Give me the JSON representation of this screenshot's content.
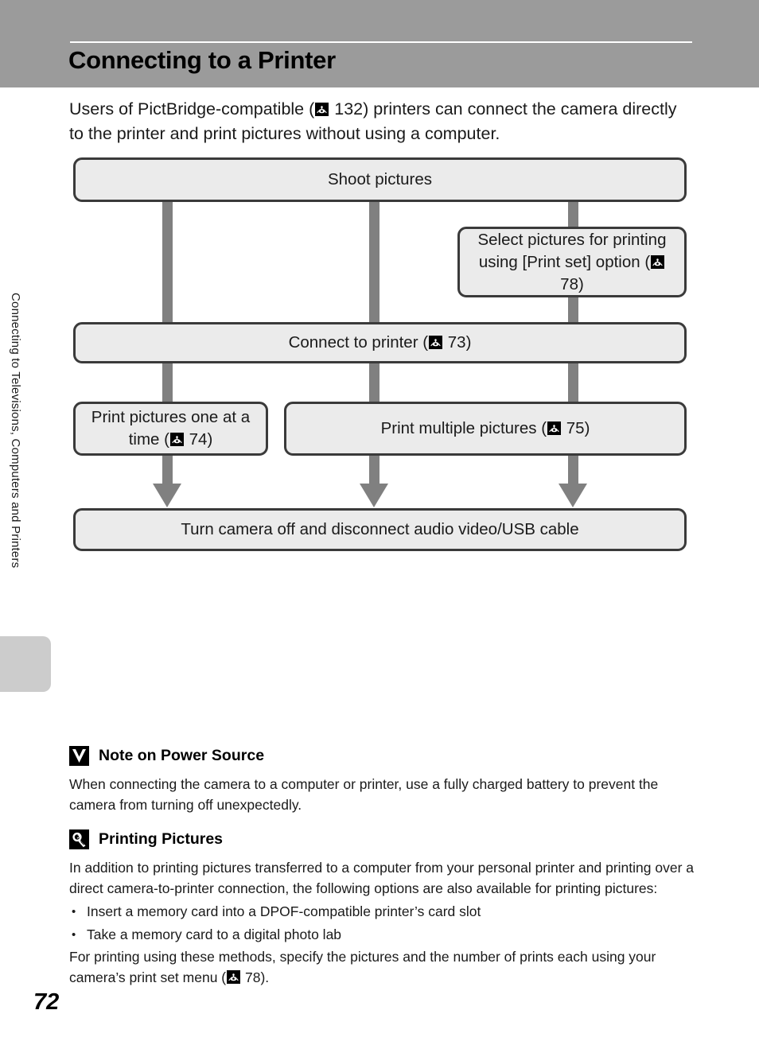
{
  "header": {
    "title": "Connecting to a Printer"
  },
  "sidebar": {
    "chapter_label": "Connecting to Televisions, Computers and Printers"
  },
  "intro": {
    "part1": "Users of PictBridge-compatible (",
    "ref1": "132",
    "part2": ") printers can connect the camera directly to the printer and print pictures without using a computer."
  },
  "flowchart": {
    "type": "flowchart",
    "nodes": [
      {
        "id": "shoot",
        "text": "Shoot pictures"
      },
      {
        "id": "print-set",
        "line1": "Select pictures for printing",
        "line2_a": "using [Print set] option (",
        "ref": "78",
        "line2_b": ")"
      },
      {
        "id": "connect",
        "text_a": "Connect to printer (",
        "ref": "73",
        "text_b": ")"
      },
      {
        "id": "one-at-time",
        "line1": "Print pictures one at a",
        "line2_a": "time (",
        "ref": "74",
        "line2_b": ")"
      },
      {
        "id": "multiple",
        "text_a": "Print multiple pictures (",
        "ref": "75",
        "text_b": ")"
      },
      {
        "id": "turn-off",
        "text": "Turn camera off and disconnect audio video/USB cable"
      }
    ]
  },
  "notes": [
    {
      "icon": "caution-icon",
      "title": "Note on Power Source",
      "body": "When connecting the camera to a computer or printer, use a fully charged battery to prevent the camera from turning off unexpectedly."
    },
    {
      "icon": "tip-magnifier-icon",
      "title": "Printing Pictures",
      "body": "In addition to printing pictures transferred to a computer from your personal printer and printing over a direct camera-to-printer connection, the following options are also available for printing pictures:",
      "bullets": [
        "Insert a memory card into a DPOF-compatible printer’s card slot",
        "Take a memory card to a digital photo lab"
      ],
      "closing_a": "For printing using these methods, specify the pictures and the number of prints each using your camera’s print set menu (",
      "closing_ref": "78",
      "closing_b": ")."
    }
  ],
  "footer": {
    "page_number": "72"
  },
  "colors": {
    "header_band": "#9b9b9b",
    "box_fill": "#ebebeb",
    "box_border": "#3a3a3a",
    "connector": "#808080",
    "side_tab": "#cccccc"
  }
}
